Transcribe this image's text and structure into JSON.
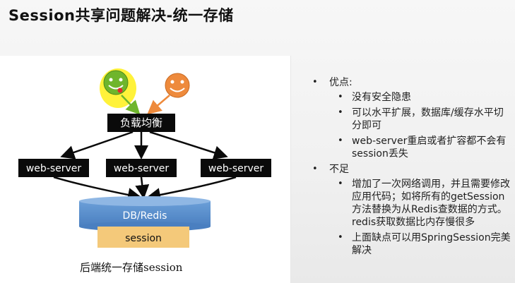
{
  "slide": {
    "title": "Session共享问题解决-统一存储"
  },
  "diagram": {
    "load_balancer": "负载均衡",
    "servers": [
      "web-server",
      "web-server",
      "web-server"
    ],
    "database": "DB/Redis",
    "session_store": "session",
    "caption": "后端统一存储session",
    "colors": {
      "client_green": "#6fb52c",
      "client_orange": "#ee8a3c",
      "highlight": "#fff23a",
      "server_box": "#0a0a0a",
      "db_fill": "#4f86c6",
      "session_fill": "#f4c97a",
      "arrow_green": "#6fb52c",
      "arrow_orange": "#ee8a3c"
    }
  },
  "pros_cons": {
    "pros_label": "优点:",
    "pros": [
      "没有安全隐患",
      "可以水平扩展，数据库/缓存水平切分即可",
      "web-server重启或者扩容都不会有session丢失"
    ],
    "cons_label": "不足",
    "cons": [
      "增加了一次网络调用，并且需要修改应用代码；如将所有的getSession方法替换为从Redis查数据的方式。redis获取数据比内存慢很多",
      "上面缺点可以用SpringSession完美解决"
    ]
  }
}
